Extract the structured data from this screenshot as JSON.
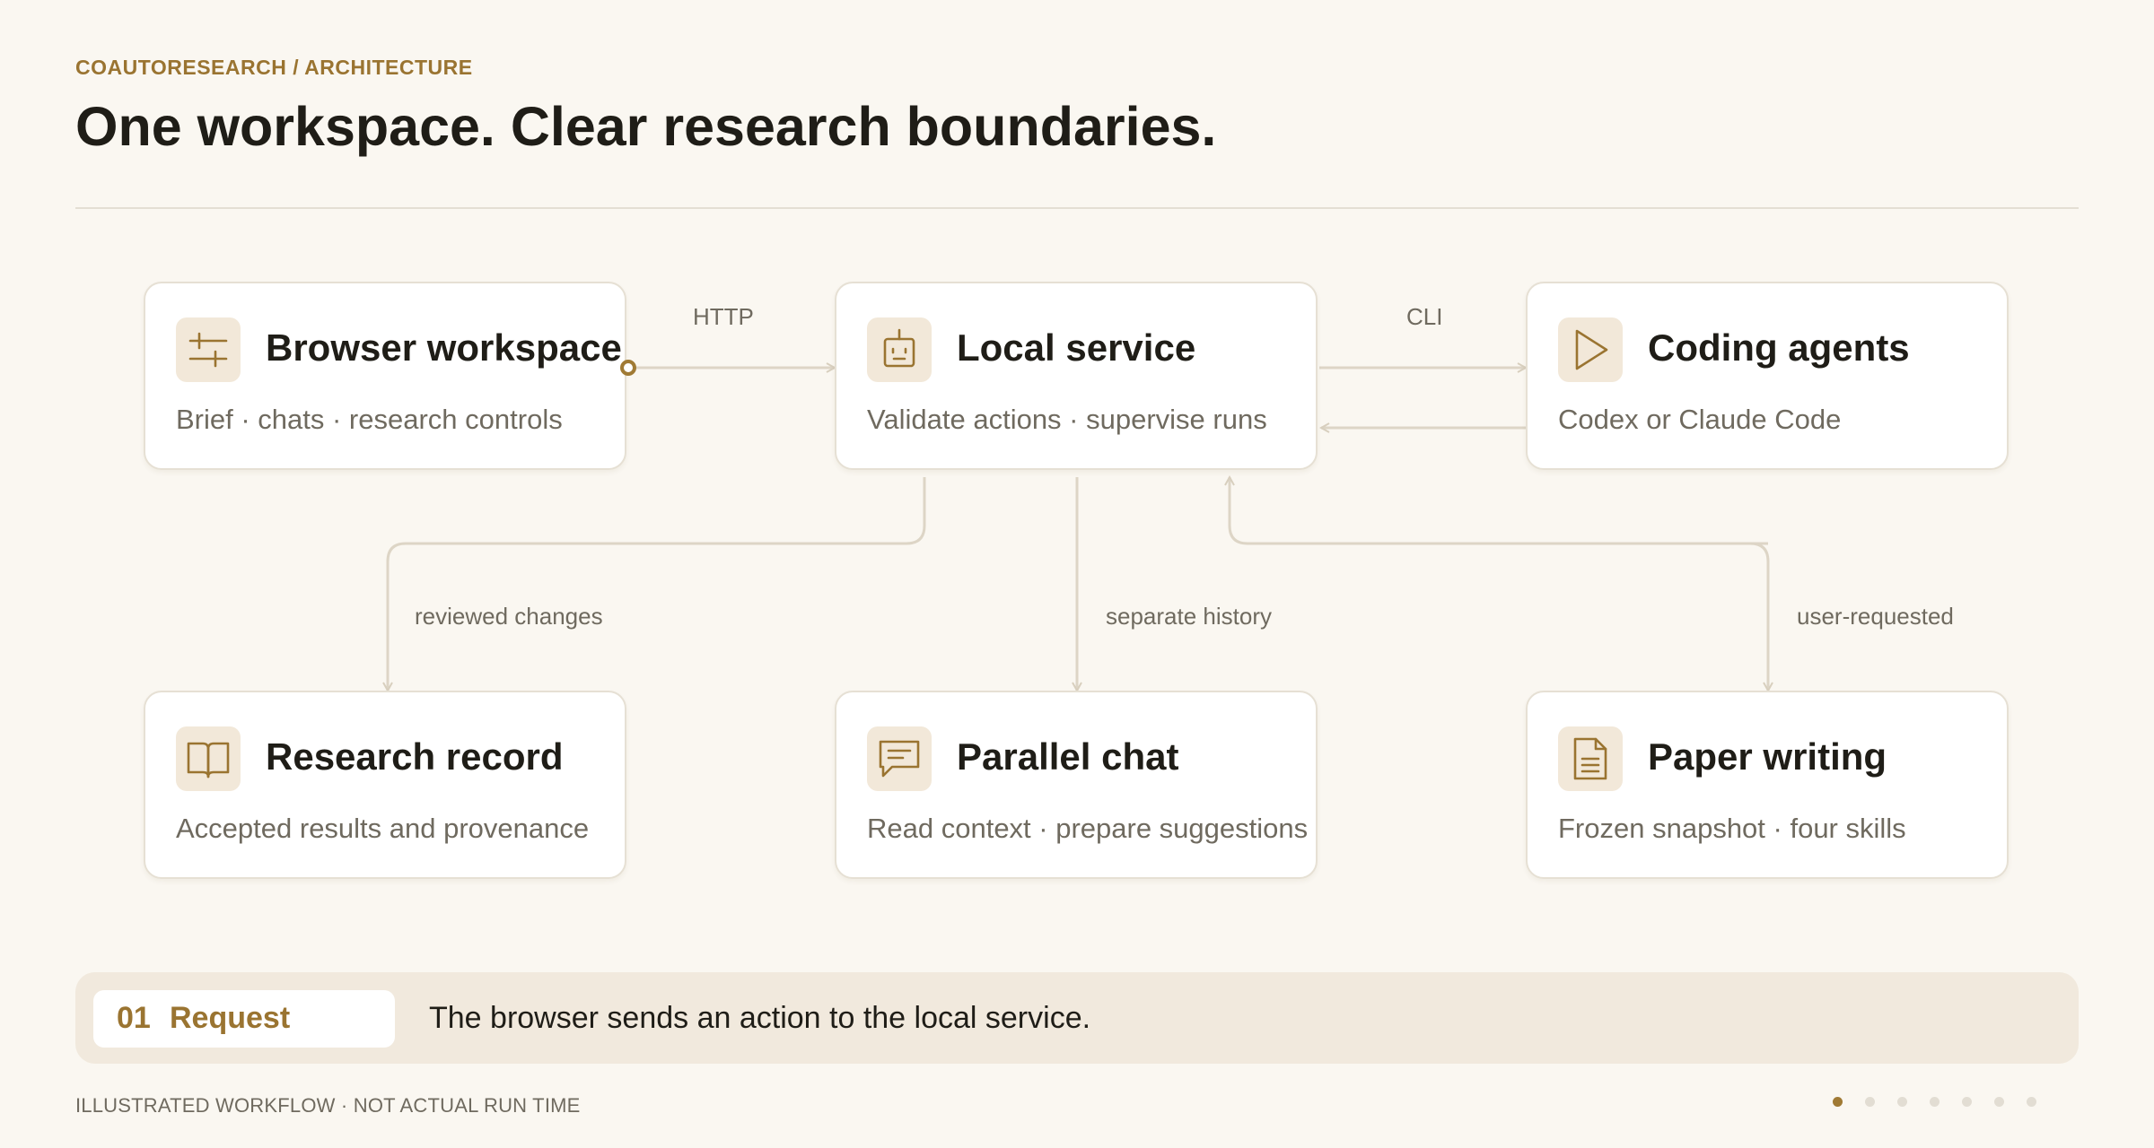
{
  "header": {
    "eyebrow": "COAUTORESEARCH / ARCHITECTURE",
    "title": "One workspace. Clear research boundaries."
  },
  "nodes": {
    "browser": {
      "title": "Browser workspace",
      "subtitle": "Brief · chats · research controls",
      "icon": "sliders-icon"
    },
    "local": {
      "title": "Local service",
      "subtitle": "Validate actions · supervise runs",
      "icon": "robot-icon"
    },
    "agents": {
      "title": "Coding agents",
      "subtitle": "Codex or Claude Code",
      "icon": "play-icon"
    },
    "record": {
      "title": "Research record",
      "subtitle": "Accepted results and provenance",
      "icon": "book-icon"
    },
    "chat": {
      "title": "Parallel chat",
      "subtitle": "Read context · prepare suggestions",
      "icon": "chat-bubble-icon"
    },
    "paper": {
      "title": "Paper writing",
      "subtitle": "Frozen snapshot · four skills",
      "icon": "document-icon"
    }
  },
  "edges": {
    "http": "HTTP",
    "cli": "CLI",
    "reviewed": "reviewed changes",
    "history": "separate history",
    "requested": "user-requested"
  },
  "step": {
    "number": "01",
    "name": "Request",
    "text": "The browser sends an action to the local service."
  },
  "footer": {
    "note": "ILLUSTRATED WORKFLOW · NOT ACTUAL RUN TIME",
    "total_steps": 7,
    "current_step": 1
  },
  "colors": {
    "accent": "#a07a34",
    "background": "#faf7f1",
    "wire": "#ddd5c6",
    "icon_background": "#f2e8d9"
  }
}
